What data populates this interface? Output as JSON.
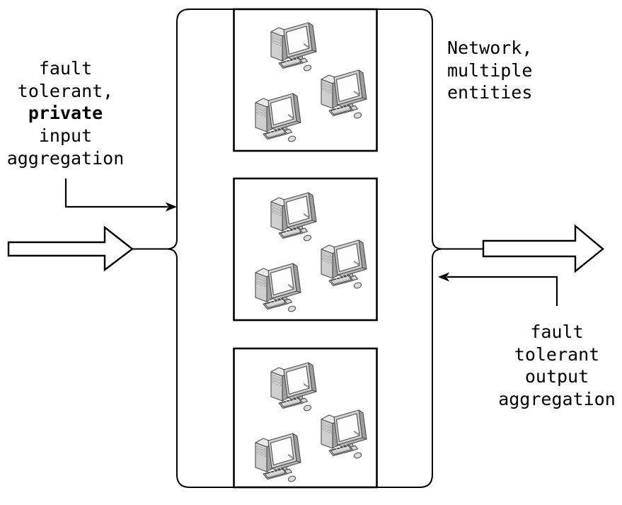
{
  "diagram": {
    "kind": "network-aggregation-diagram",
    "labels": {
      "input_annotation": {
        "lines": [
          "fault",
          "tolerant,",
          "private",
          "input",
          "aggregation"
        ],
        "bold_word": "private"
      },
      "network": {
        "lines": [
          "Network,",
          "multiple",
          "entities"
        ]
      },
      "output_annotation": {
        "lines": [
          "fault",
          "tolerant",
          "output",
          "aggregation"
        ]
      }
    },
    "structure": {
      "entity_groups": 3,
      "computers_per_group": 3,
      "computer_icon": "computer-icon",
      "input_flow_arrow": "hollow-right-arrow",
      "output_flow_arrow": "hollow-right-arrow"
    },
    "colors": {
      "line": "#000000",
      "shape_fill": "#ffffff",
      "icon_outline": "#4d4d4d",
      "icon_light": "#d9d9d9",
      "icon_mid": "#bfbfbf",
      "icon_dark": "#9e9e9e",
      "icon_screen": "#fcfcfc"
    }
  }
}
